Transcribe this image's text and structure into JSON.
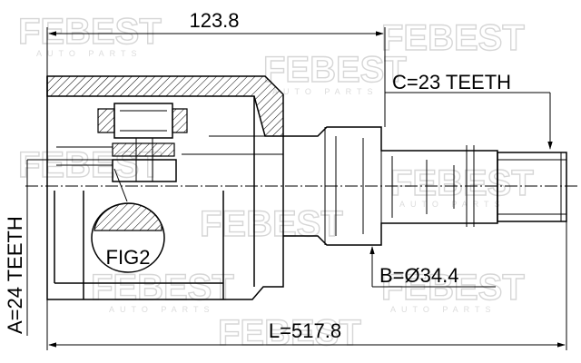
{
  "watermark": {
    "brand": "FEBEST",
    "tagline": "AUTO PARTS"
  },
  "dimensions": {
    "housing_length": "123.8",
    "total_length": "L=517.8",
    "outer_spline": "C=23 TEETH",
    "inner_spline": "A=24 TEETH",
    "seal_diameter": "B=Ø34.4"
  },
  "callouts": {
    "figure_label": "FIG2"
  },
  "colors": {
    "line": "#000000",
    "watermark": "#d6d6d6",
    "background": "#ffffff"
  }
}
